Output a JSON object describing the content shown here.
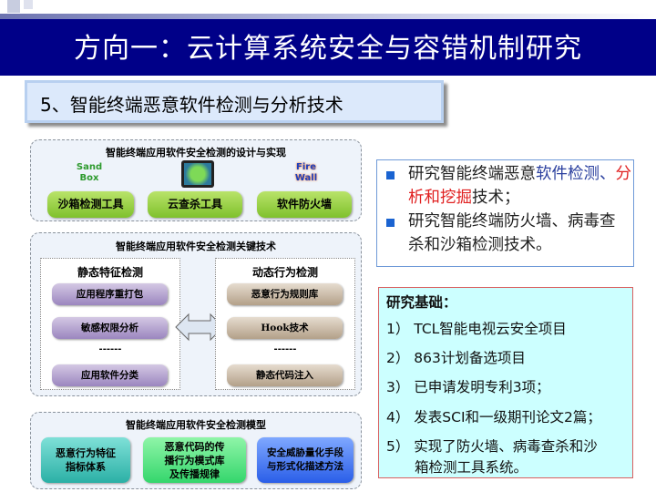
{
  "header": {
    "title": "方向一：云计算系统安全与容错机制研究"
  },
  "subtitle": "5、智能终端恶意软件检测与分析技术",
  "panel_design": {
    "title": "智能终端应用软件安全检测的设计与实现",
    "icons": [
      {
        "name": "sandbox-icon",
        "text": "Sand Box"
      },
      {
        "name": "cloud-tablet-icon",
        "text": ""
      },
      {
        "name": "firewall-icon",
        "text": "Fire Wall"
      }
    ],
    "tools": [
      "沙箱检测工具",
      "云查杀工具",
      "软件防火墙"
    ]
  },
  "panel_key": {
    "title": "智能终端应用软件安全检测关键技术",
    "static": {
      "heading": "静态特征检测",
      "items": [
        "应用程序重打包",
        "敏感权限分析",
        "------",
        "应用软件分类"
      ]
    },
    "dynamic": {
      "heading": "动态行为检测",
      "items": [
        "恶意行为规则库",
        "Hook技术",
        "------",
        "静态代码注入"
      ]
    }
  },
  "panel_model": {
    "title": "智能终端应用软件安全检测模型",
    "boxes": [
      "恶意行为特征\n指标体系",
      "恶意代码的传\n播行为模式库\n及传播规律",
      "安全威胁量化手段\n与形式化描述方法"
    ]
  },
  "research": {
    "bullet1": {
      "a": "研究智能终端恶意",
      "b": "软件检测、",
      "c": "分析和挖掘",
      "d": "技术；"
    },
    "bullet2": "研究智能终端防火墙、病毒查杀和沙箱检测技术。",
    "colors": {
      "blue": "#2a3f9e",
      "red": "#e02020"
    }
  },
  "basis": {
    "heading": "研究基础：",
    "items": [
      "1） TCL智能电视云安全项目",
      "2） 863计划备选项目",
      "3） 已申请发明专利3项；",
      "4） 发表SCI和一级期刊论文2篇；",
      "5） 实现了防火墙、病毒查杀和沙\n　　箱检测工具系统。"
    ]
  }
}
